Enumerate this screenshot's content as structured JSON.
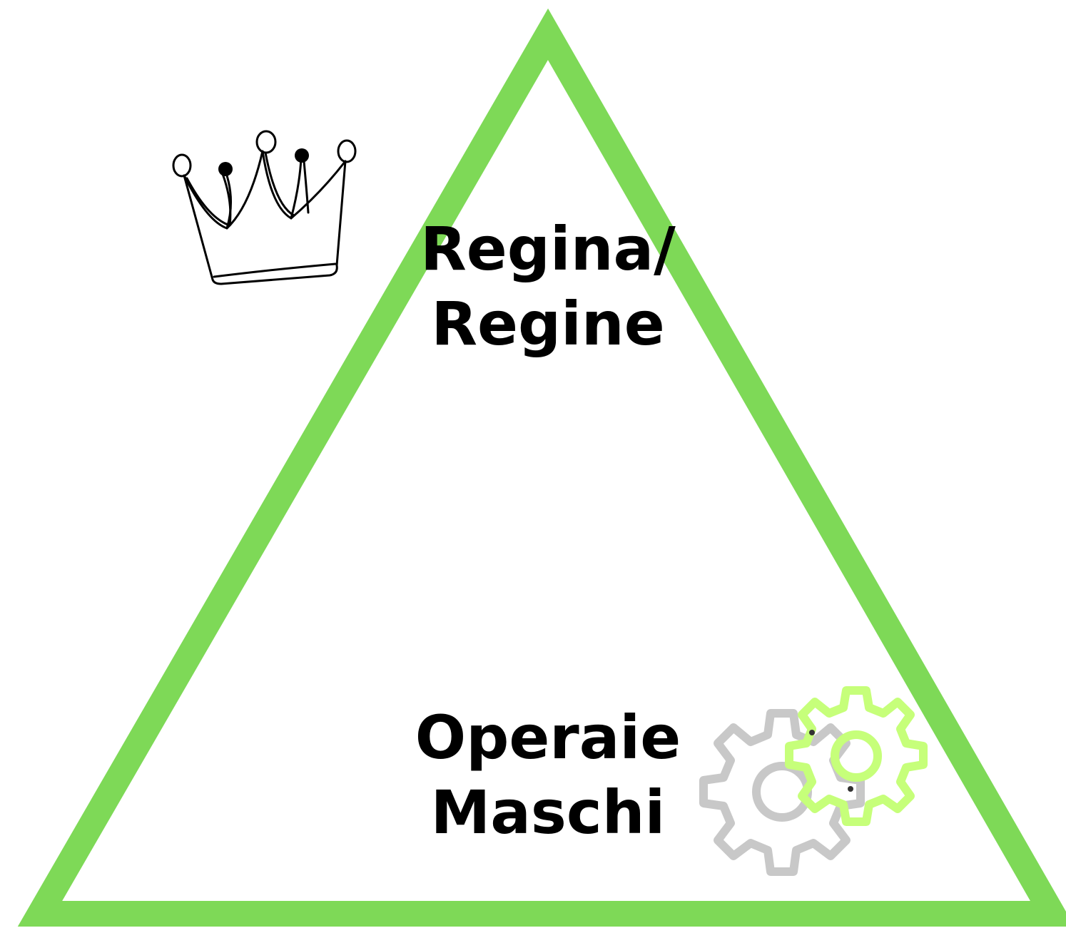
{
  "diagram": {
    "top_level": {
      "line1": "Regina/",
      "line2": "Regine",
      "icon": "crown-icon"
    },
    "bottom_level": {
      "line1": "Operaie",
      "line2": "Maschi",
      "icon": "gears-icon"
    },
    "colors": {
      "triangle_stroke": "#7ED957",
      "text": "#000000",
      "gear_gray": "#C8C8C8",
      "gear_green": "#C6FF7A",
      "crown_stroke": "#000000"
    }
  }
}
